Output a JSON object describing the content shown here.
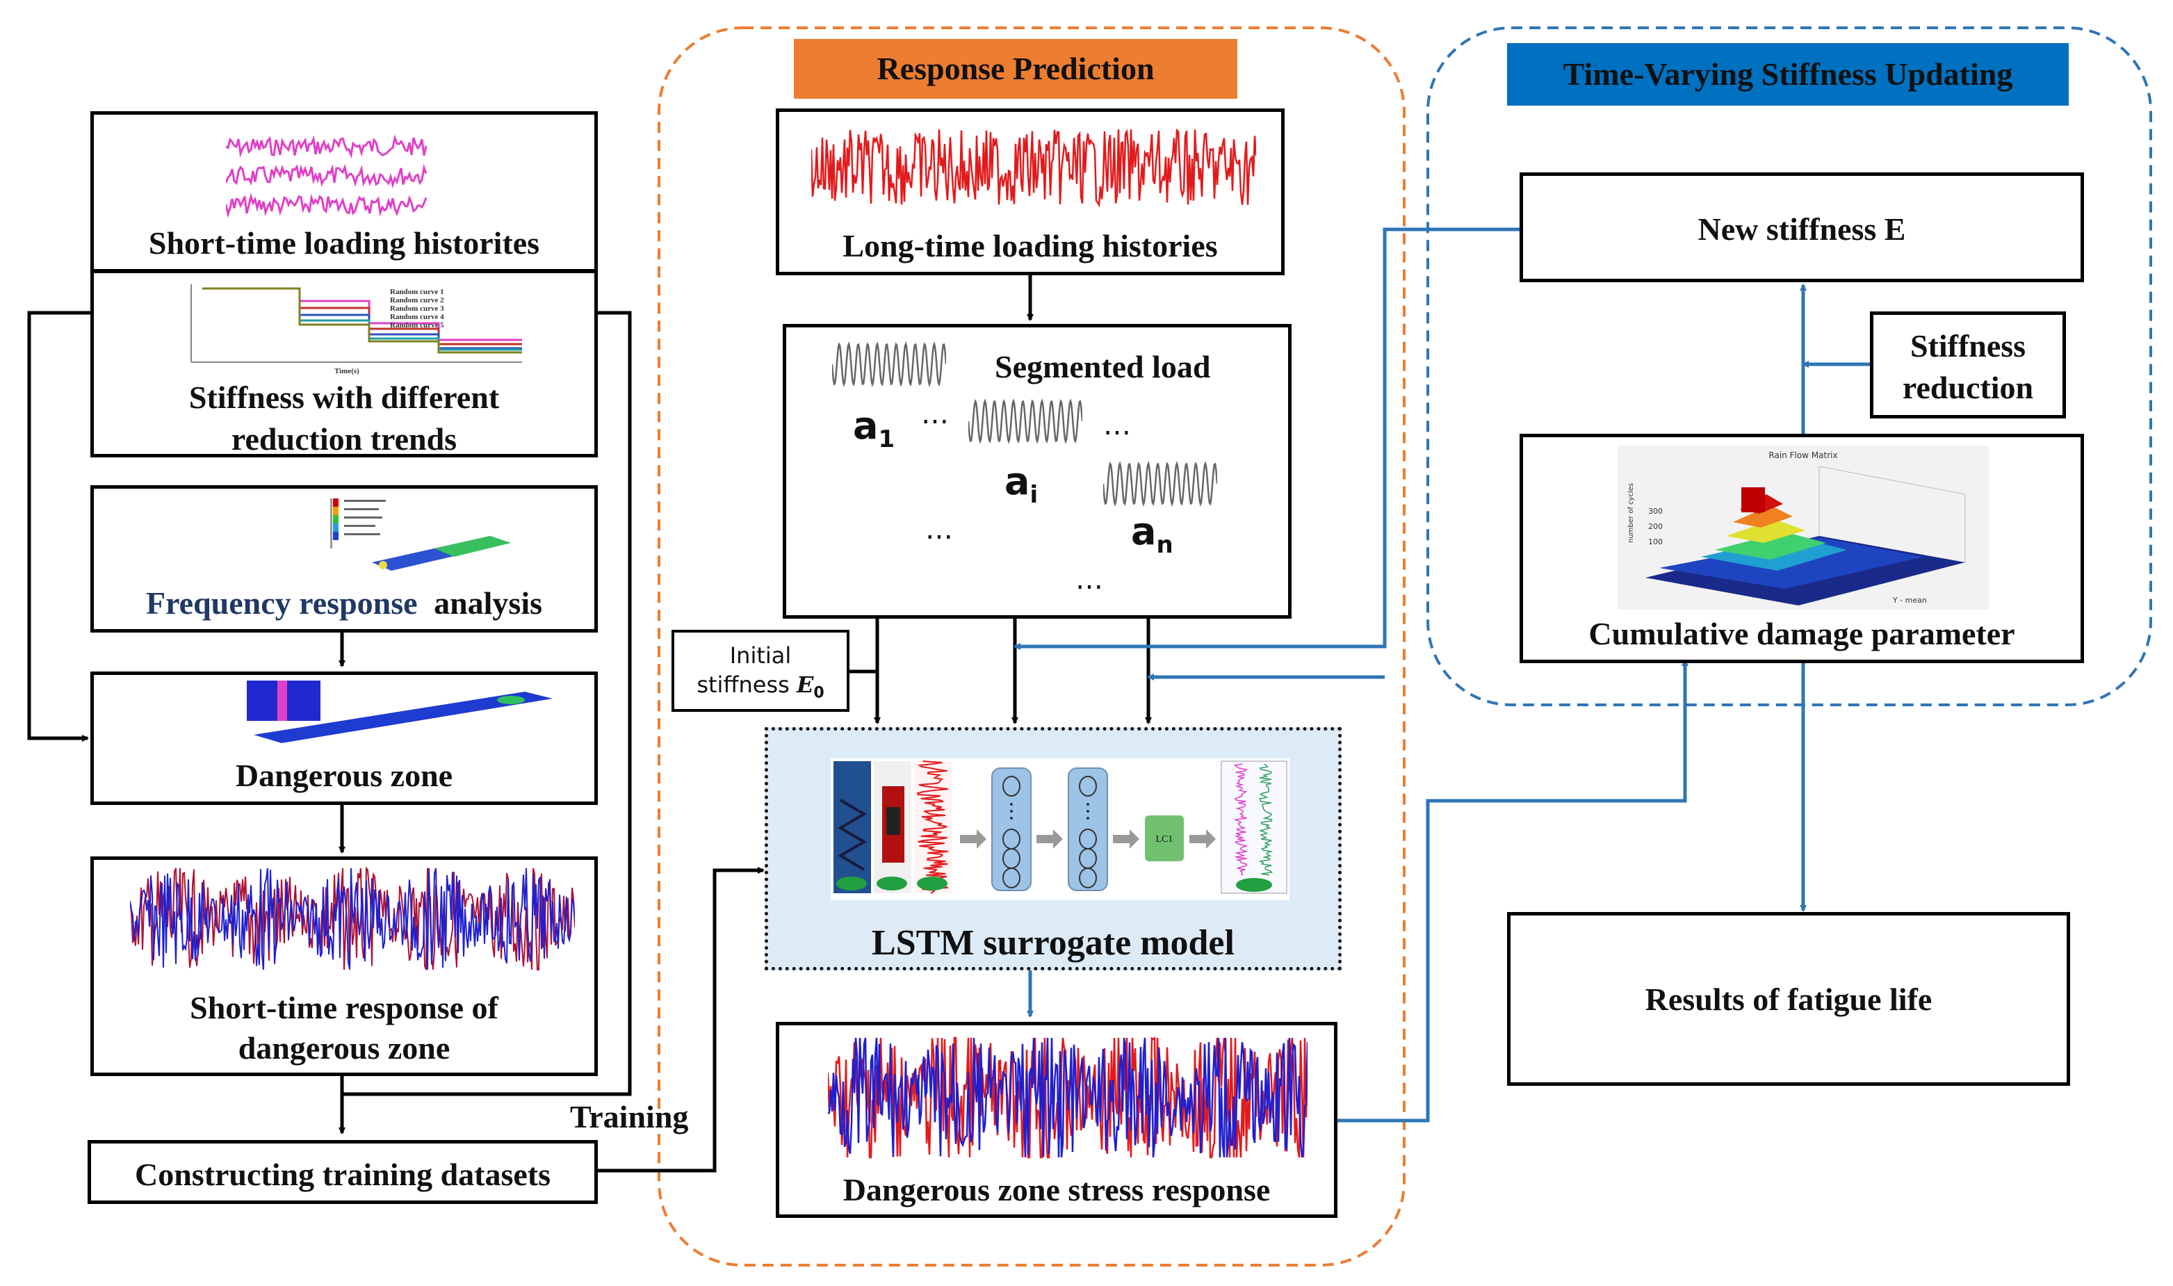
{
  "colors": {
    "orange": "#ED7D31",
    "blue": "#0070C0",
    "line_blue": "#2E75B6",
    "lstm_bg": "#DDEBF7",
    "signal_red": "#E31A1C",
    "signal_blue": "#1F1FD0",
    "magenta": "#E040C8"
  },
  "left": {
    "short_time_loading": "Short-time loading historites",
    "stiffness_trend_line1": "Stiffness with different",
    "stiffness_trend_line2": "reduction trends",
    "frequency_response_a": "Frequency response",
    "frequency_response_b": "analysis",
    "dangerous_zone": "Dangerous zone",
    "short_time_response_line1": "Short-time response of",
    "short_time_response_line2": "dangerous zone",
    "constructing_datasets": "Constructing training datasets",
    "training_label": "Training",
    "legend_curves": [
      "Random curve 1",
      "Random curve 2",
      "Random curve 3",
      "Random curve 4",
      "Random curve 5"
    ],
    "stiffness_axis_x": "Time(s)"
  },
  "middle": {
    "header": "Response Prediction",
    "long_time_loading": "Long-time loading histories",
    "segmented_load": "Segmented load",
    "a1": "a",
    "a1_sub": "1",
    "ai": "a",
    "ai_sub": "i",
    "an": "a",
    "an_sub": "n",
    "ellipsis": "…",
    "initial_stiffness_line1": "Initial",
    "initial_stiffness_line2": "stiffness",
    "initial_stiffness_symbol": "E",
    "initial_stiffness_sub": "0",
    "lstm_model": "LSTM surrogate model",
    "lstm_fc": "LC1",
    "dangerous_stress_response": "Dangerous zone stress response"
  },
  "right": {
    "header": "Time-Varying Stiffness Updating",
    "new_stiffness": "New stiffness E",
    "stiffness_reduction_line1": "Stiffness",
    "stiffness_reduction_line2": "reduction",
    "cumulative_damage": "Cumulative damage parameter",
    "rainflow_title": "Rain Flow Matrix",
    "rainflow_z_ticks": [
      "300",
      "200",
      "100"
    ],
    "rainflow_zlabel": "number of cycles",
    "rainflow_ylabel": "Y - mean",
    "fatigue_life": "Results of fatigue life"
  }
}
